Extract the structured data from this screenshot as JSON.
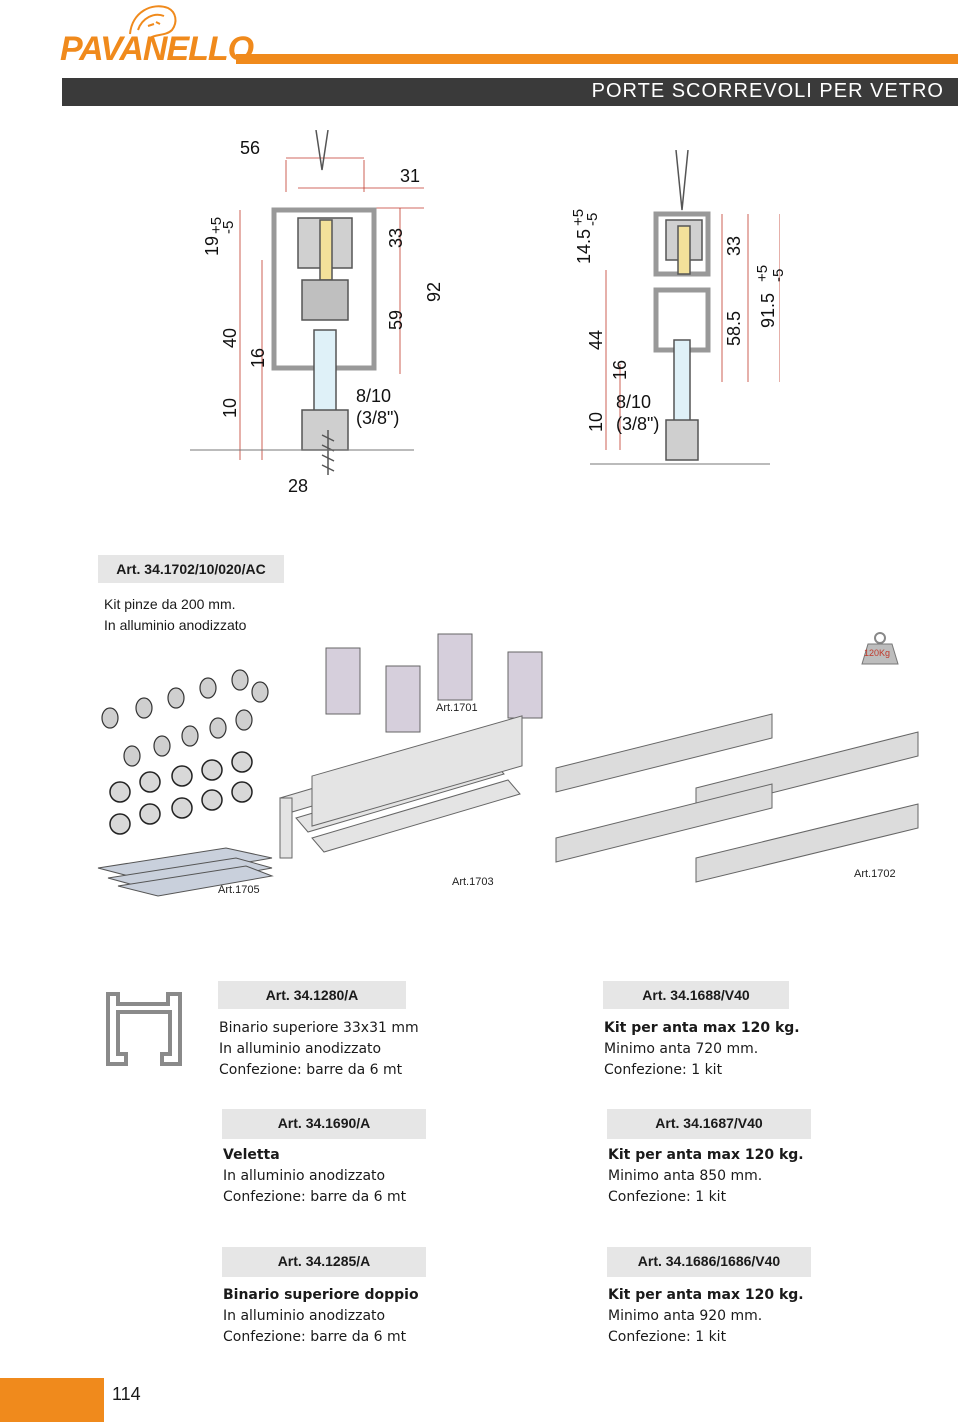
{
  "header": {
    "brand": "PAVANELLO",
    "title": "PORTE SCORREVOLI PER VETRO",
    "brand_color": "#f08a1c",
    "bar_color": "#3a3a3a"
  },
  "drawing_left": {
    "dims": [
      "56",
      "31",
      "19",
      "+5",
      "-5",
      "33",
      "92",
      "59",
      "40",
      "16",
      "10",
      "8/10",
      "(3/8\")",
      "28"
    ]
  },
  "drawing_right": {
    "dims": [
      "14.5",
      "+5",
      "-5",
      "33",
      "91.5",
      "+5",
      "-5",
      "58.5",
      "44",
      "16",
      "10",
      "8/10",
      "(3/8\")"
    ]
  },
  "kit": {
    "article": "Art. 34.1702/10/020/AC",
    "line1": "Kit pinze da 200 mm.",
    "line2": "In alluminio anodizzato",
    "weight": "120Kg",
    "labels": [
      "Art.1701",
      "Art.1705",
      "Art.1703",
      "Art.1702"
    ]
  },
  "products": [
    {
      "article": "Art. 34.1280/A",
      "title": "Binario superiore 33x31 mm",
      "l2": "In alluminio anodizzato",
      "l3": "Confezione: barre da 6 mt"
    },
    {
      "article": "Art. 34.1688/V40",
      "title": "Kit per anta max 120 kg.",
      "l2": "Minimo anta 720 mm.",
      "l3": "Confezione: 1 kit"
    },
    {
      "article": "Art. 34.1690/A",
      "title": "Veletta",
      "l2": "In alluminio anodizzato",
      "l3": "Confezione: barre da 6 mt"
    },
    {
      "article": "Art. 34.1687/V40",
      "title": "Kit per anta max 120 kg.",
      "l2": "Minimo anta 850 mm.",
      "l3": "Confezione: 1 kit"
    },
    {
      "article": "Art. 34.1285/A",
      "title": "Binario superiore doppio",
      "l2": "In alluminio anodizzato",
      "l3": "Confezione: barre da 6 mt"
    },
    {
      "article": "Art. 34.1686/1686/V40",
      "title": "Kit per anta max 120 kg.",
      "l2": "Minimo anta 920 mm.",
      "l3": "Confezione: 1 kit"
    }
  ],
  "footer": {
    "page_number": "114"
  }
}
